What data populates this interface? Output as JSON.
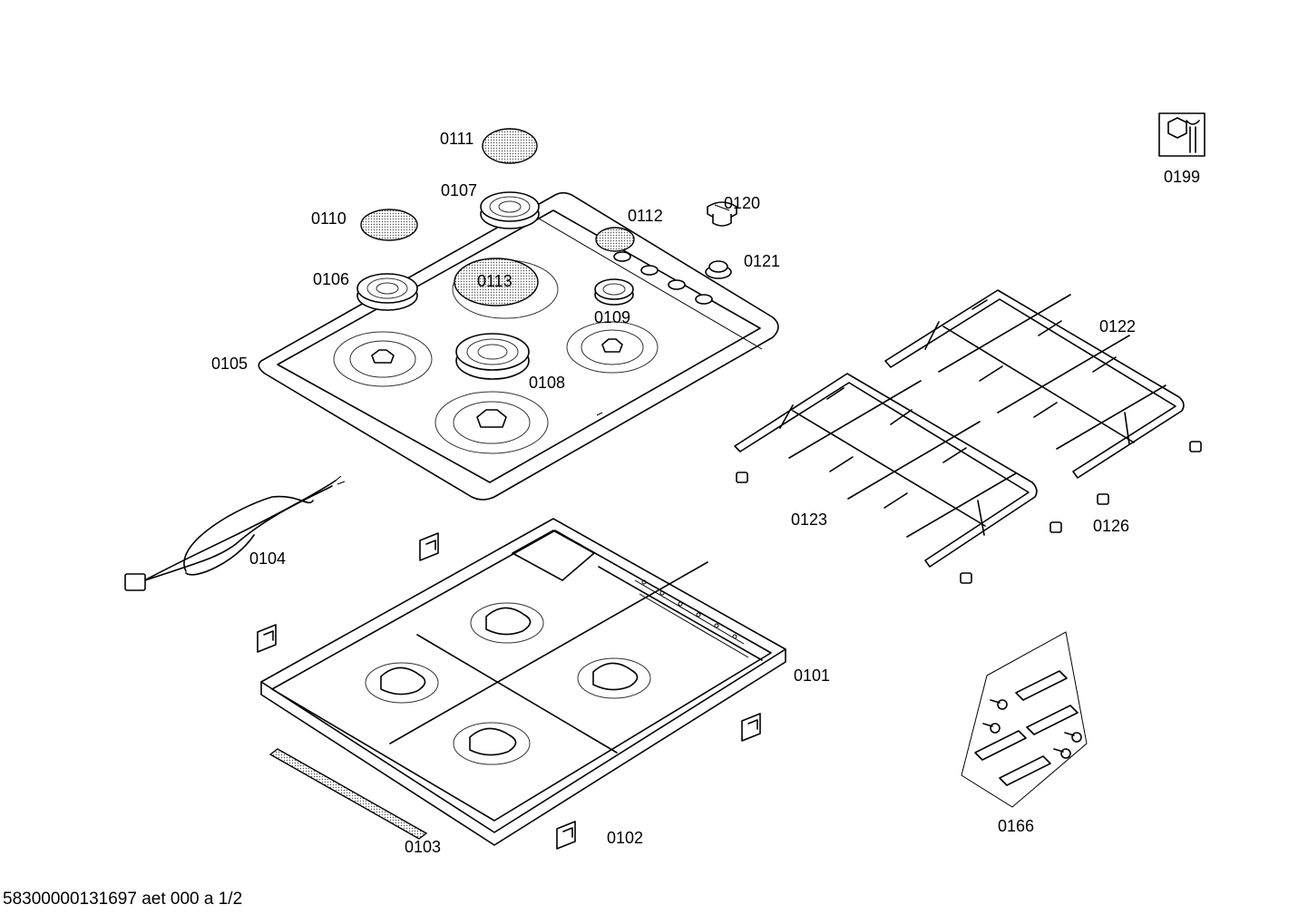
{
  "labels": {
    "p0111": "0111",
    "p0107": "0107",
    "p0110": "0110",
    "p0112": "0112",
    "p0120": "0120",
    "p0121": "0121",
    "p0106": "0106",
    "p0113": "0113",
    "p0109": "0109",
    "p0105": "0105",
    "p0108": "0108",
    "p0122": "0122",
    "p0104": "0104",
    "p0123": "0123",
    "p0126": "0126",
    "p0101": "0101",
    "p0166": "0166",
    "p0103": "0103",
    "p0102": "0102",
    "p0199": "0199"
  },
  "footer": "58300000131697 aet 000 a 1/2",
  "icons": {
    "service": "wrench-nut-icon"
  }
}
